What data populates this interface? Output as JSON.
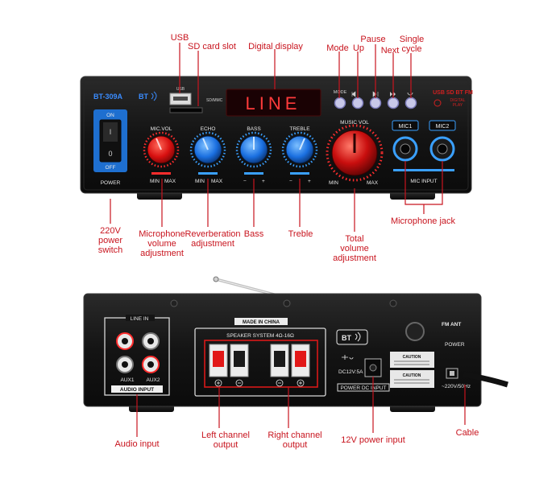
{
  "front_panel": {
    "model": "BT-309A",
    "bt_badge": "BT",
    "usb_port_label": "USB",
    "sd_slot_label": "SD/MMC",
    "display_text": "LINE",
    "power_top": "ON",
    "power_bottom": "OFF",
    "power_on_mark": "I",
    "power_off_mark": "0",
    "power_label": "POWER",
    "knobs": {
      "mic_vol": "MIC.VOL",
      "echo": "ECHO",
      "bass": "BASS",
      "treble": "TREBLE",
      "music_vol": "MUSIC VOL"
    },
    "range_min": "MIN",
    "range_max": "MAX",
    "range_minus": "−",
    "range_plus": "+",
    "mode_button": "MODE",
    "brand_line1": "USB SD BT FM",
    "brand_line2": "DIGITAL",
    "brand_line3": "PLAY",
    "mic1": "MIC1",
    "mic2": "MIC2",
    "mic_input": "MIC INPUT"
  },
  "back_panel": {
    "made_in": "MADE IN CHINA",
    "line_in": "LINE IN",
    "aux1": "AUX1",
    "aux2": "AUX2",
    "audio_input": "AUDIO INPUT",
    "speaker_system": "SPEAKER SYSTEM 4Ω-16Ω",
    "bt_badge": "BT",
    "dc_rating": "DC12V:5A",
    "power_dc_input": "POWER DC INPUT",
    "fm_ant": "FM ANT",
    "power": "POWER",
    "ac_rating": "~220V/50Hz",
    "caution": "CAUTION"
  },
  "callouts": {
    "usb": "USB",
    "sd_card_slot": "SD card slot",
    "digital_display": "Digital display",
    "mode": "Mode",
    "up": "Up",
    "pause": "Pause",
    "next": "Next",
    "single_cycle": "Single cycle",
    "power_switch": "220V power switch",
    "mic_volume": "Microphone volume adjustment",
    "reverb": "Reverberation adjustment",
    "bass": "Bass",
    "treble": "Treble",
    "total_volume": "Total volume adjustment",
    "mic_jack": "Microphone jack",
    "audio_input": "Audio input",
    "left_channel": "Left channel output",
    "right_channel": "Right channel output",
    "power_12v": "12V power input",
    "cable": "Cable"
  },
  "colors": {
    "callout_red": "#c8141e",
    "chassis": "#151515",
    "display_red": "#ff3b3b",
    "power_switch_blue": "#1e6fd0",
    "knob_red": "#e01818",
    "knob_blue": "#1a6fe0",
    "led_blue": "#3aa0ff"
  }
}
